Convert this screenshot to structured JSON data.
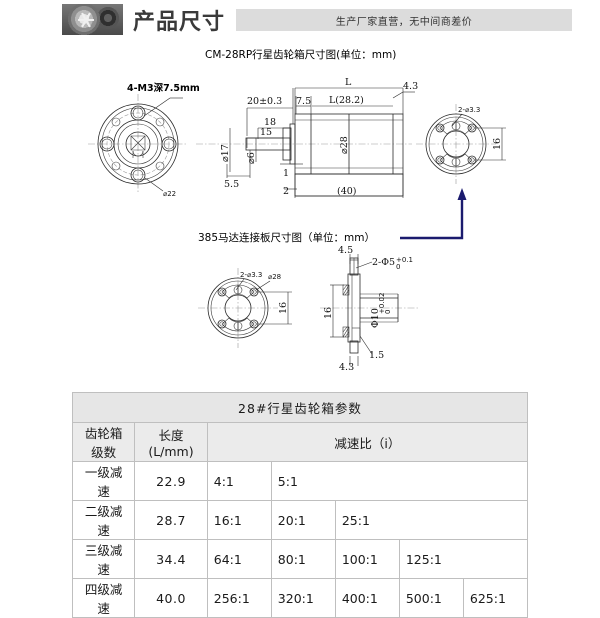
{
  "header": {
    "logo": "gear-logo",
    "brand_title": "产品尺寸",
    "banner_text": "生产厂家直营，无中间商差价",
    "banner_bg": "#dcdcdc"
  },
  "drawings": {
    "title_1": "CM-28RP行星齿轮箱尺寸图(单位：mm)",
    "title_2": "385马达连接板尺寸图（单位：mm）",
    "arrow_color": "#1b1b6e",
    "front_flange": {
      "callout": "4-M3深7.5mm",
      "outer_dia": "ø22"
    },
    "side_view": {
      "overall_tol": "20±0.3",
      "d18": "18",
      "d15": "15",
      "d55": "5.5",
      "shaft_dia": "ø6",
      "flange_dia": "ø17",
      "d1": "1",
      "d2": "2",
      "d75": "7.5",
      "len_L": "L",
      "len_L_val": "L(28.2)",
      "body_dia": "ø28",
      "d43": "4.3",
      "total_len": "(40)"
    },
    "rear_view": {
      "holes": "2-ø3.3",
      "width": "16"
    },
    "motor_plate_front": {
      "holes": "2-ø3.3",
      "outer_dia": "ø28",
      "width": "16"
    },
    "motor_plate_section": {
      "t45": "4.5",
      "bore_2": "2-Φ5",
      "bore_2_up": "+0.1",
      "bore_2_lo": "0",
      "bore_10": "Φ10",
      "bore_10_up": "+0.02",
      "bore_10_lo": "0",
      "height": "16",
      "t15": "1.5",
      "t43": "4.3"
    }
  },
  "table": {
    "title": "28#行星齿轮箱参数",
    "headers": {
      "stage": "齿轮箱级数",
      "length": "长度(L/mm)",
      "ratio": "减速比（i）"
    },
    "rows": [
      {
        "stage": "一级减速",
        "length": "22.9",
        "ratios": [
          "4:1",
          "5:1"
        ]
      },
      {
        "stage": "二级减速",
        "length": "28.7",
        "ratios": [
          "16:1",
          "20:1",
          "25:1"
        ]
      },
      {
        "stage": "三级减速",
        "length": "34.4",
        "ratios": [
          "64:1",
          "80:1",
          "100:1",
          "125:1"
        ]
      },
      {
        "stage": "四级减速",
        "length": "40.0",
        "ratios": [
          "256:1",
          "320:1",
          "400:1",
          "500:1",
          "625:1"
        ]
      }
    ]
  }
}
